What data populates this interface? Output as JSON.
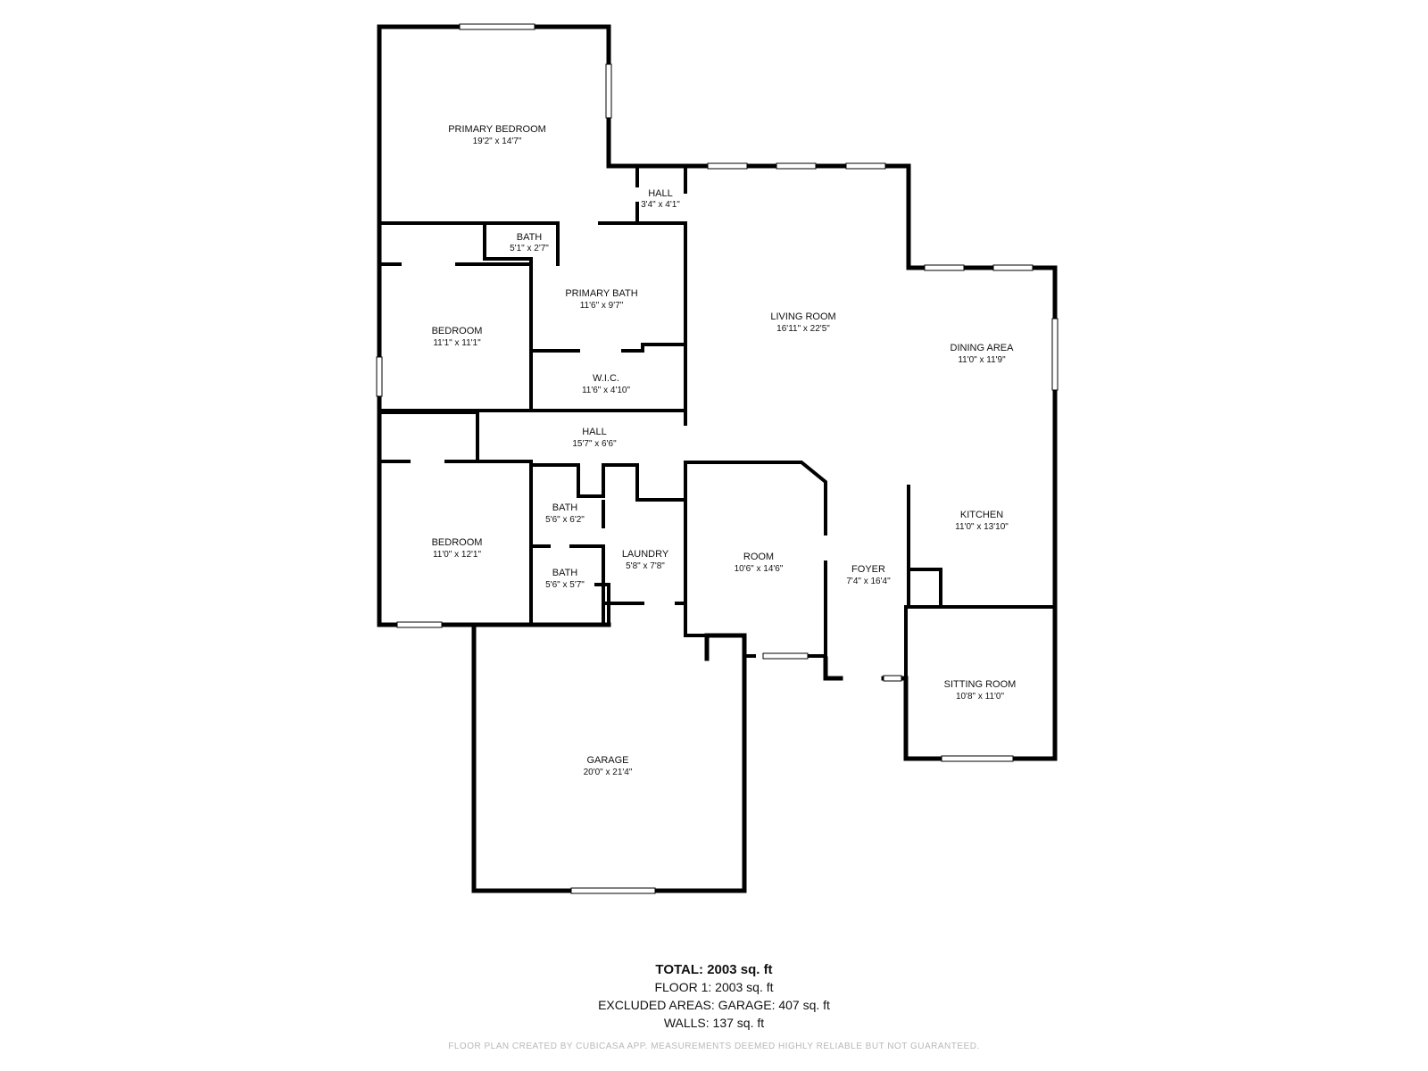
{
  "rooms": {
    "primary_bedroom": {
      "name": "PRIMARY BEDROOM",
      "dim": "19'2\" x 14'7\""
    },
    "hall_small": {
      "name": "HALL",
      "dim": "3'4\" x 4'1\""
    },
    "bath_small": {
      "name": "BATH",
      "dim": "5'1\" x 2'7\""
    },
    "primary_bath": {
      "name": "PRIMARY BATH",
      "dim": "11'6\" x 9'7\""
    },
    "bedroom_1": {
      "name": "BEDROOM",
      "dim": "11'1\" x 11'1\""
    },
    "wic": {
      "name": "W.I.C.",
      "dim": "11'6\" x 4'10\""
    },
    "living_room": {
      "name": "LIVING ROOM",
      "dim": "16'11\" x 22'5\""
    },
    "dining_area": {
      "name": "DINING AREA",
      "dim": "11'0\" x 11'9\""
    },
    "hall_main": {
      "name": "HALL",
      "dim": "15'7\" x 6'6\""
    },
    "bedroom_2": {
      "name": "BEDROOM",
      "dim": "11'0\" x 12'1\""
    },
    "bath_2": {
      "name": "BATH",
      "dim": "5'6\" x 6'2\""
    },
    "bath_3": {
      "name": "BATH",
      "dim": "5'6\" x 5'7\""
    },
    "laundry": {
      "name": "LAUNDRY",
      "dim": "5'8\" x 7'8\""
    },
    "room": {
      "name": "ROOM",
      "dim": "10'6\" x 14'6\""
    },
    "foyer": {
      "name": "FOYER",
      "dim": "7'4\" x 16'4\""
    },
    "kitchen": {
      "name": "KITCHEN",
      "dim": "11'0\" x 13'10\""
    },
    "sitting_room": {
      "name": "SITTING ROOM",
      "dim": "10'8\" x 11'0\""
    },
    "garage": {
      "name": "GARAGE",
      "dim": "20'0\" x 21'4\""
    }
  },
  "summary": {
    "total": "TOTAL: 2003 sq. ft",
    "floor1": "FLOOR 1: 2003 sq. ft",
    "excluded": "EXCLUDED AREAS: GARAGE: 407 sq. ft",
    "walls": "WALLS: 137 sq. ft",
    "credit": "FLOOR PLAN CREATED BY CUBICASA APP. MEASUREMENTS DEEMED HIGHLY RELIABLE BUT NOT GUARANTEED."
  },
  "colors": {
    "wall": "#000000",
    "background": "#ffffff",
    "credit": "#b8b8b8"
  }
}
